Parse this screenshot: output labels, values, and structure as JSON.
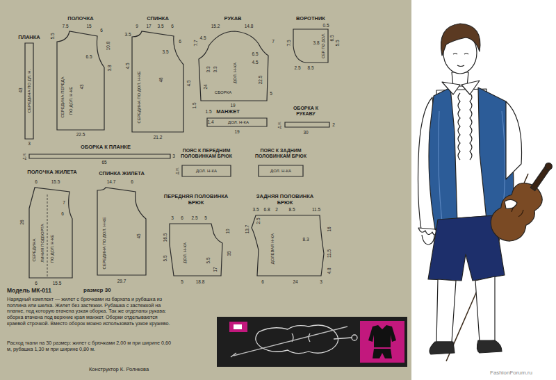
{
  "diagram": {
    "nodes": [
      {
        "text": [
          "ПЛАНКА",
          "СЕРЕДИНА ПО ДЛ. Н."
        ]
      },
      {
        "text": [
          "ПОЛОЧКА",
          "СЕРЕДИНА ПЕРЕДА",
          "ПО ДОЛ. Н-КЕ"
        ]
      },
      {
        "text": [
          "СПИНКА",
          "СЕРЕДИНА ПО ДОЛ. Н-КЕ"
        ]
      },
      {
        "text": [
          "РУКАВ",
          "ДОЛ. Н-КА",
          "СБОРКА"
        ]
      },
      {
        "text": [
          "ВОРОТНИК",
          "СЕР. ПО ДОЛ."
        ]
      },
      {
        "text": [
          "МАНЖЕТ",
          "ДОЛ. Н-КА"
        ]
      },
      {
        "text": [
          "ОБОРКА К РУКАВУ"
        ]
      },
      {
        "text": [
          "ОБОРКА К ПЛАНКЕ"
        ]
      },
      {
        "text": [
          "ПОЯС К ПЕРЕДНИМ ПОЛОВИНКАМ БРЮК",
          "ДОЛ. Н-КА"
        ]
      },
      {
        "text": [
          "ПОЯС К ЗАДНИМ ПОЛОВИНКАМ БРЮК",
          "ДОЛ. Н-КА"
        ]
      },
      {
        "text": [
          "ПОЛОЧКА ЖИЛЕТА",
          "СЕРЕДИНА",
          "ЛИНИЯ ПОДБОРТА",
          "ПО ДОЛ. Н-КЕ"
        ]
      },
      {
        "text": [
          "СПИНКА ЖИЛЕТА",
          "СЕРЕДИНА ПО ДОЛ. Н-КЕ"
        ]
      },
      {
        "text": [
          "ПЕРЕДНЯЯ ПОЛОВИНКА БРЮК",
          "ДОЛ. Н-КА"
        ]
      },
      {
        "text": [
          "ЗАДНЯЯ ПОЛОВИНКА БРЮК",
          "ДОЛЕВАЯ Н-КА"
        ]
      }
    ],
    "labels": [
      "43",
      "3",
      "7.5",
      "15",
      "5.5",
      "6",
      "10.8",
      "6.5",
      "3.8",
      "43",
      "22.5",
      "9",
      "17",
      "3.5",
      "6",
      "3.5",
      "6",
      "4.5",
      "3.5",
      "48",
      "21.2",
      "4.5",
      "15.2",
      "14.8",
      "7.7",
      "4.5",
      "6.5",
      "4.5",
      "3.3",
      "3.3",
      "7",
      "24",
      "22.5",
      "1.5",
      "19",
      "5",
      "7.5",
      "2.5",
      "8.5",
      "6.5",
      "5.5",
      "3.8",
      "0.5",
      "1.5",
      "1.4",
      "19",
      "Д.Н.",
      "30",
      "2",
      "Д.Н.",
      "65",
      "3",
      "Д.Н.",
      "6",
      "15.5",
      "26",
      "7",
      "6",
      "6",
      "15.5",
      "14.7",
      "6",
      "45",
      "29.7",
      "3",
      "6",
      "2.5",
      "5",
      "10",
      "16.5",
      "5.5",
      "5.5",
      "17",
      "35",
      "18.8",
      "5",
      "3.5",
      "6.8",
      "2",
      "8.5",
      "11.5",
      "13.7",
      "2.5",
      "16",
      "8.3",
      "11.5",
      "4.8",
      "6",
      "24",
      "3",
      "Модель МК-011",
      "размер 30",
      "Нарядный комплект — жилет с брючками из бархата и рубашка из поплина или шелка. Жилет без застежки. Рубашка с застежкой на планке, под которую втачена узкая оборка. Так же отделаны рукава: оборка втачена под верхние края манжет. Оборки отделываются краевой строчкой. Вместо оборок можно использовать узкое кружево.",
      "Расход ткани на 30 размер: жилет с брючками 2,00 м при ширине 0,60 м, рубашка 1,30 м при ширине 0,80 м.",
      "Конструктор К. Ролнкова",
      "FashionForum.ru"
    ]
  }
}
